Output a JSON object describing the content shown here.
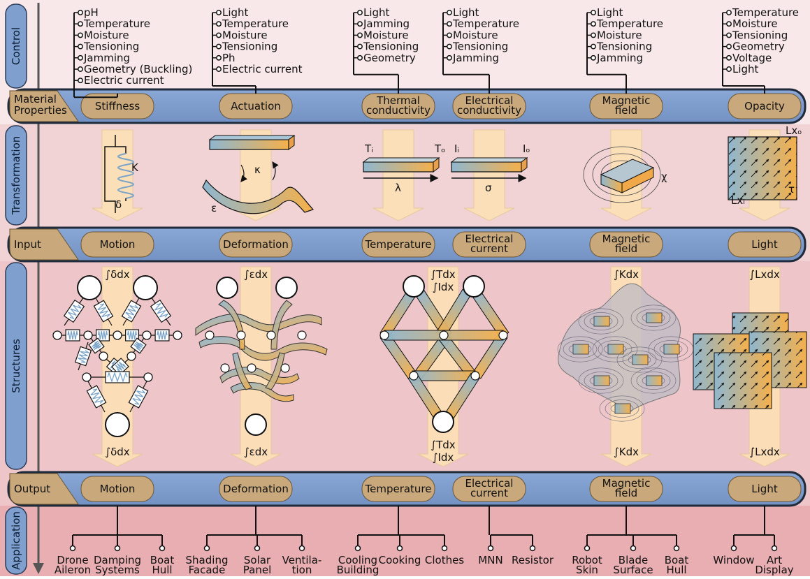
{
  "colors": {
    "control_bg": "#f8e8ea",
    "transform_bg": "#f1d3d6",
    "structure_bg": "#eec6ca",
    "application_bg": "#e8aeb2",
    "band_blue": "#7f9fcf",
    "pill_tan": "#c9a97c",
    "arrow_fill": "#fde0b4",
    "grad_blue": "#8fb7cf",
    "grad_orange": "#f5b04a"
  },
  "side_labels": {
    "control": "Control",
    "transformation": "Transformation",
    "structures": "Structures",
    "application": "Application"
  },
  "bands": {
    "material": {
      "tag": [
        "Material",
        "Properties"
      ],
      "items": [
        [
          "Stiffness"
        ],
        [
          "Actuation"
        ],
        [
          "Thermal",
          "conductivity"
        ],
        [
          "Electrical",
          "conductivity"
        ],
        [
          "Magnetic",
          "field"
        ],
        [
          "Opacity"
        ]
      ]
    },
    "input": {
      "tag": [
        "Input"
      ],
      "items": [
        [
          "Motion"
        ],
        [
          "Deformation"
        ],
        [
          "Temperature"
        ],
        [
          "Electrical",
          "current"
        ],
        [
          "Magnetic",
          "field"
        ],
        [
          "Light"
        ]
      ]
    },
    "output": {
      "tag": [
        "Output"
      ],
      "items": [
        [
          "Motion"
        ],
        [
          "Deformation"
        ],
        [
          "Temperature"
        ],
        [
          "Electrical",
          "current"
        ],
        [
          "Magnetic",
          "field"
        ],
        [
          "Light"
        ]
      ]
    }
  },
  "controls": [
    [
      "pH",
      "Temperature",
      "Moisture",
      "Tensioning",
      "Jamming",
      "Geometry (Buckling)",
      "Electric current"
    ],
    [
      "Light",
      "Temperature",
      "Moisture",
      "Tensioning",
      "Ph",
      "Electric current"
    ],
    [
      "Light",
      "Jamming",
      "Moisture",
      "Tensioning",
      "Geometry"
    ],
    [
      "Light",
      "Temperature",
      "Moisture",
      "Tensioning",
      "Jamming"
    ],
    [
      "Light",
      "Temperature",
      "Moisture",
      "Tensioning",
      "Jamming"
    ],
    [
      "Temperature",
      "Moisture",
      "Tensioning",
      "Geometry",
      "Voltage",
      "Light"
    ]
  ],
  "transform_symbols": {
    "stiffness": [
      "K",
      "δ"
    ],
    "actuation": [
      "κ",
      "ε"
    ],
    "thermal": [
      "Tᵢ",
      "Tₒ",
      "λ"
    ],
    "electrical": [
      "Iᵢ",
      "Iₒ",
      "σ"
    ],
    "magnetic": [
      "χ"
    ],
    "opacity": [
      "Lxₒ",
      "Lxᵢ",
      "τ"
    ]
  },
  "integrals_top": [
    "∫δdx",
    "∫εdx",
    "∫Tdx",
    "∫Idx",
    "∫Kdx",
    "∫Lxdx"
  ],
  "integrals_bottom": [
    "∫δdx",
    "∫εdx",
    "∫Tdx",
    "∫Idx",
    "∫Kdx",
    "∫Lxdx"
  ],
  "applications": [
    [
      [
        "Drone",
        "Aileron"
      ],
      [
        "Damping",
        "Systems"
      ],
      [
        "Boat",
        "Hull"
      ]
    ],
    [
      [
        "Shading",
        "Facade"
      ],
      [
        "Solar",
        "Panel"
      ],
      [
        "Ventila-",
        "tion"
      ]
    ],
    [
      [
        "Cooling",
        "Building"
      ],
      [
        "Cooking"
      ],
      [
        "Clothes"
      ]
    ],
    [
      [
        "MNN"
      ],
      [
        "Resistor"
      ]
    ],
    [
      [
        "Robot",
        "Skin"
      ],
      [
        "Blade",
        "Surface"
      ],
      [
        "Boat",
        "Hull"
      ]
    ],
    [
      [
        "Window"
      ],
      [
        "Art",
        "Display"
      ]
    ]
  ]
}
